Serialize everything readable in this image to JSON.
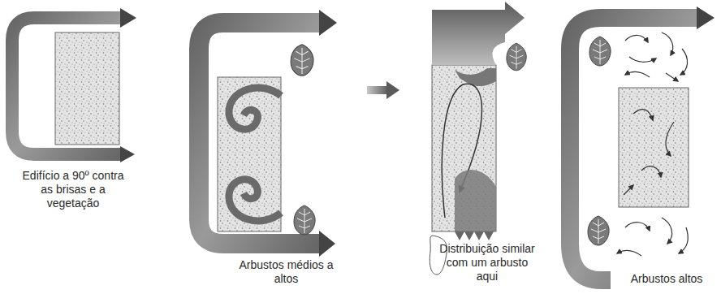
{
  "diagram": {
    "labels": [
      "Edifício a 90º contra as brisas e a vegetação",
      "Arbustos médios a altos",
      "Distribuição similar com um arbusto aqui",
      "Arbustos altos"
    ]
  }
}
